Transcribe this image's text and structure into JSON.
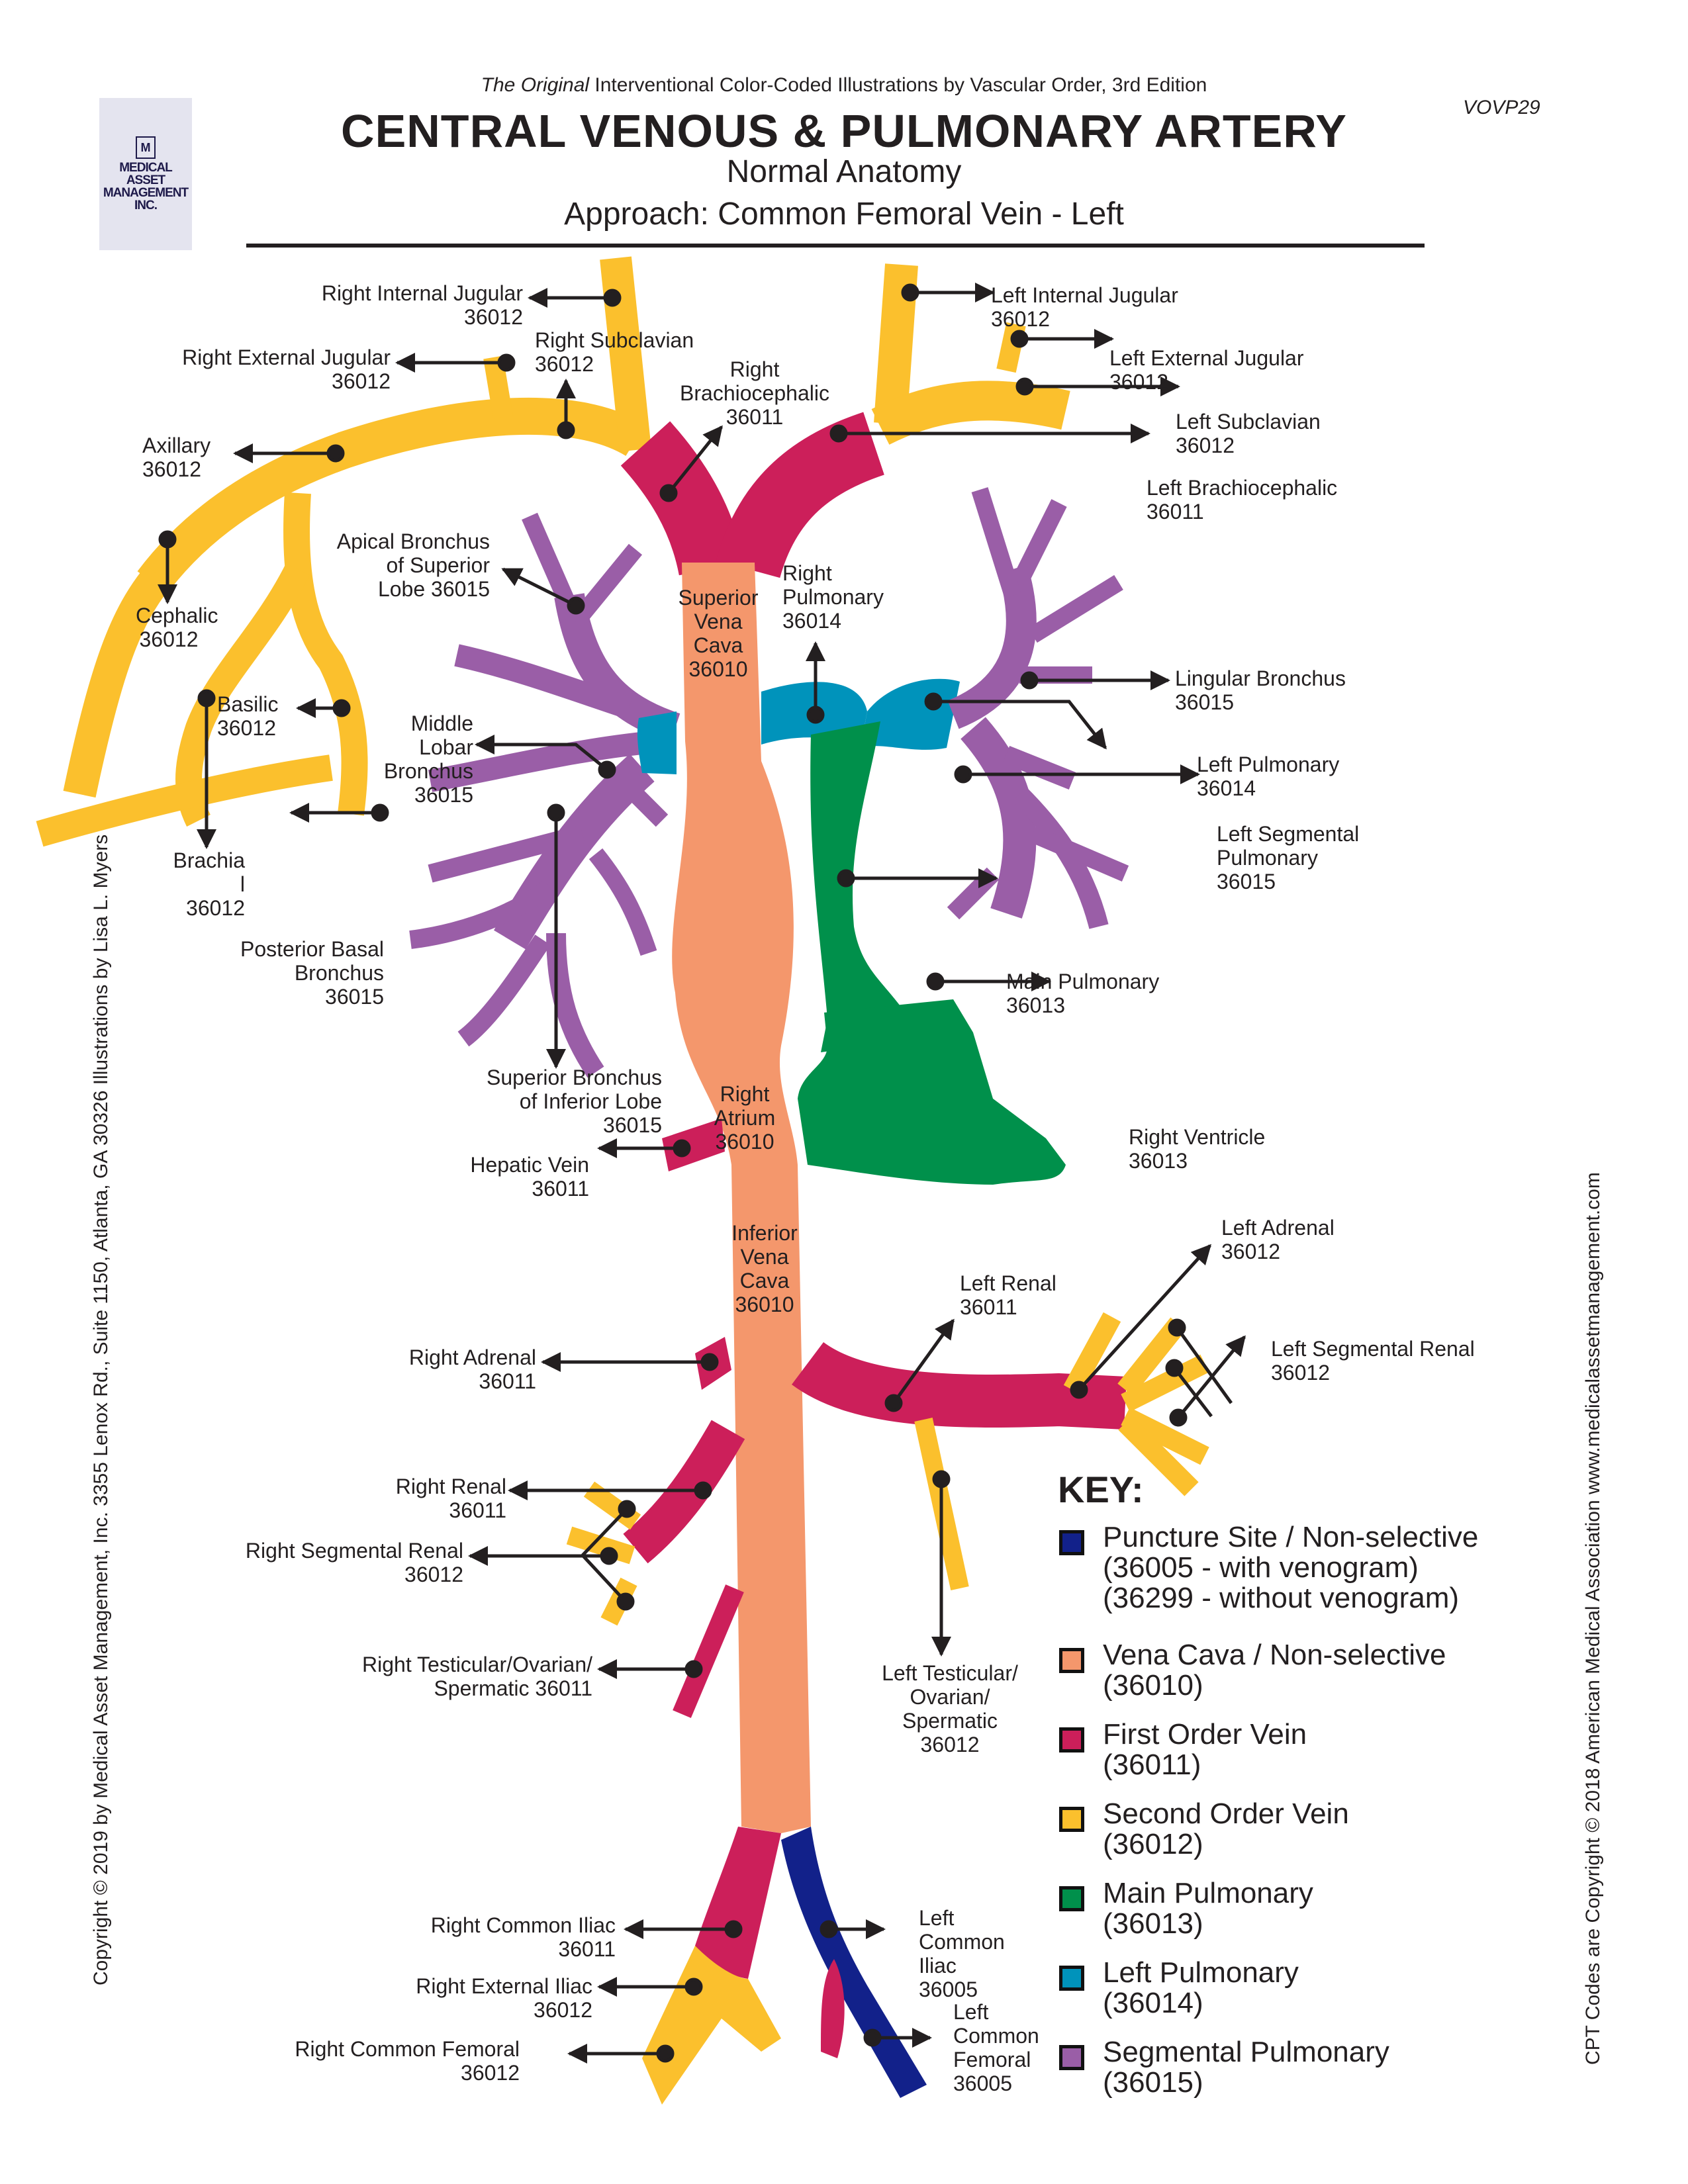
{
  "header": {
    "tagline_italic": "The Original",
    "tagline_rest": " Interventional Color-Coded Illustrations by Vascular Order, 3rd Edition",
    "title": "CENTRAL VENOUS & PULMONARY ARTERY",
    "subtitle": "Normal Anatomy",
    "approach": "Approach: Common Femoral Vein - Left",
    "code": "VOVP29",
    "logo_lines": [
      "MEDICAL",
      "ASSET",
      "MANAGEMENT",
      "INC."
    ],
    "logo_mark": "M"
  },
  "side_text": {
    "left": "Copyright © 2019 by Medical Asset Management, Inc. 3355 Lenox Rd., Suite 1150, Atlanta, GA 30326  Illustrations by Lisa L. Myers",
    "right": "CPT Codes are Copyright © 2018 American Medical Association   www.medicalassetmanagement.com"
  },
  "colors": {
    "puncture": "#12218a",
    "vena_cava": "#f4976c",
    "first_order": "#cc1f5a",
    "second_order": "#fbc02d",
    "main_pulmonary": "#00904b",
    "left_pulmonary": "#0093bb",
    "segmental": "#9a5ea7"
  },
  "labels": {
    "right_internal_jugular": [
      "Right Internal Jugular",
      "36012"
    ],
    "right_external_jugular": [
      "Right External Jugular",
      "36012"
    ],
    "right_subclavian": [
      "Right Subclavian",
      "36012"
    ],
    "right_brachiocephalic": [
      "Right",
      "Brachiocephalic",
      "36011"
    ],
    "axillary": [
      "Axillary",
      "36012"
    ],
    "cephalic": [
      "Cephalic",
      "36012"
    ],
    "basilic": [
      "Basilic",
      "36012"
    ],
    "brachial": [
      "Brachia",
      "l",
      "36012"
    ],
    "apical_bronchus": [
      "Apical Bronchus",
      "of Superior",
      "Lobe 36015"
    ],
    "middle_lobar": [
      "Middle",
      "Lobar",
      "Bronchus",
      "36015"
    ],
    "posterior_basal": [
      "Posterior Basal",
      "Bronchus",
      "36015"
    ],
    "superior_bronchus_inferior": [
      "Superior Bronchus",
      "of Inferior Lobe",
      "36015"
    ],
    "svc": [
      "Superior",
      "Vena",
      "Cava",
      "36010"
    ],
    "right_pulmonary": [
      "Right",
      "Pulmonary",
      "36014"
    ],
    "left_internal_jugular": [
      "Left Internal Jugular",
      "36012"
    ],
    "left_external_jugular": [
      "Left External Jugular",
      "36012"
    ],
    "left_subclavian": [
      "Left Subclavian",
      "36012"
    ],
    "left_brachiocephalic": [
      "Left Brachiocephalic",
      "36011"
    ],
    "lingular_bronchus": [
      "Lingular Bronchus",
      "36015"
    ],
    "left_pulmonary": [
      "Left Pulmonary",
      "36014"
    ],
    "left_segmental_pulmonary": [
      "Left Segmental",
      "Pulmonary",
      "36015"
    ],
    "main_pulmonary": [
      "Main Pulmonary",
      "36013"
    ],
    "right_ventricle": [
      "Right Ventricle",
      "36013"
    ],
    "right_atrium": [
      "Right",
      "Atrium",
      "36010"
    ],
    "hepatic_vein": [
      "Hepatic Vein",
      "36011"
    ],
    "ivc": [
      "Inferior",
      "Vena",
      "Cava",
      "36010"
    ],
    "left_renal": [
      "Left Renal",
      "36011"
    ],
    "left_adrenal": [
      "Left Adrenal",
      "36012"
    ],
    "left_segmental_renal": [
      "Left Segmental Renal",
      "36012"
    ],
    "right_adrenal": [
      "Right Adrenal",
      "36011"
    ],
    "right_renal": [
      "Right Renal",
      "36011"
    ],
    "right_segmental_renal": [
      "Right Segmental Renal",
      "36012"
    ],
    "right_testicular": [
      "Right Testicular/Ovarian/",
      "Spermatic 36011"
    ],
    "left_testicular": [
      "Left Testicular/",
      "Ovarian/",
      "Spermatic",
      "36012"
    ],
    "right_common_iliac": [
      "Right Common Iliac",
      "36011"
    ],
    "right_external_iliac": [
      "Right External Iliac",
      "36012"
    ],
    "right_common_femoral": [
      "Right Common Femoral",
      "36012"
    ],
    "left_common_iliac": [
      "Left",
      "Common",
      "Iliac",
      "36005"
    ],
    "left_common_femoral": [
      "Left",
      "Common",
      "Femoral",
      "36005"
    ]
  },
  "key": {
    "title": "KEY:",
    "items": [
      {
        "lines": [
          "Puncture Site / Non-selective",
          "(36005 - with venogram)",
          "(36299 - without venogram)"
        ],
        "color": "#12218a"
      },
      {
        "lines": [
          "Vena Cava / Non-selective",
          "(36010)"
        ],
        "color": "#f4976c"
      },
      {
        "lines": [
          "First Order Vein",
          "(36011)"
        ],
        "color": "#cc1f5a"
      },
      {
        "lines": [
          "Second Order Vein",
          "(36012)"
        ],
        "color": "#fbc02d"
      },
      {
        "lines": [
          "Main Pulmonary",
          "(36013)"
        ],
        "color": "#00904b"
      },
      {
        "lines": [
          "Left Pulmonary",
          "(36014)"
        ],
        "color": "#0093bb"
      },
      {
        "lines": [
          "Segmental Pulmonary",
          "(36015)"
        ],
        "color": "#9a5ea7"
      }
    ]
  }
}
